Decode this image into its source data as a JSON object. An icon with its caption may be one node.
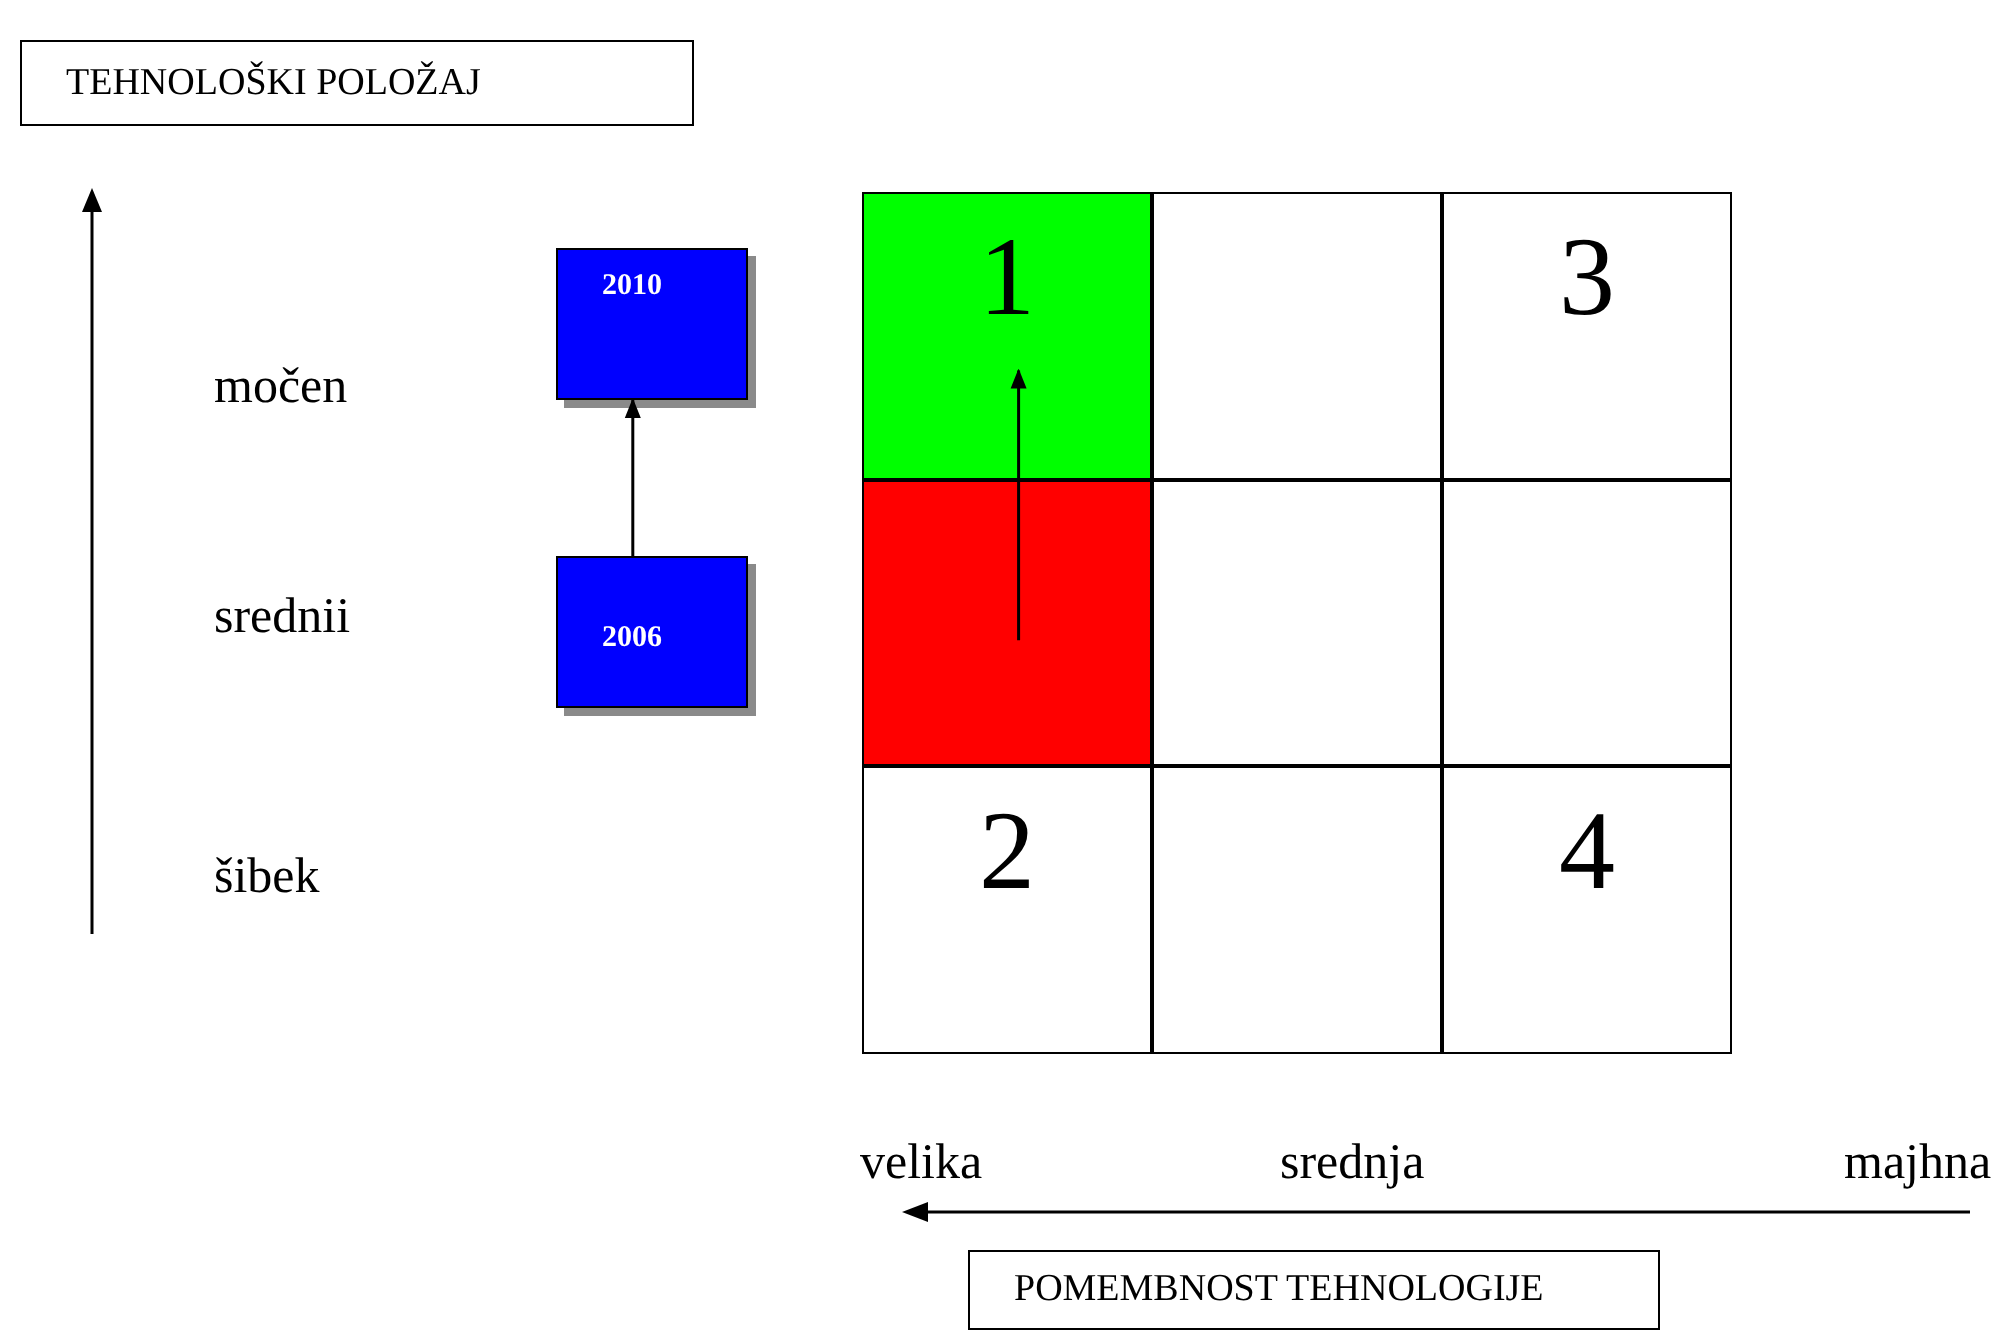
{
  "diagram": {
    "nodes": [
      {
        "text": [
          "TEHNOLOŠKI POLOŽAJ"
        ]
      },
      {
        "text": [
          "2010"
        ]
      },
      {
        "text": [
          "2006"
        ]
      },
      {
        "text": [
          "1"
        ]
      },
      {
        "text": [],
        "shape": "box"
      },
      {
        "text": [
          "3"
        ]
      },
      {
        "text": [],
        "shape": "box"
      },
      {
        "text": [],
        "shape": "box"
      },
      {
        "text": [],
        "shape": "box"
      },
      {
        "text": [
          "2"
        ]
      },
      {
        "text": [],
        "shape": "box"
      },
      {
        "text": [
          "4"
        ]
      },
      {
        "text": [
          "POMEMBNOST TEHNOLOGIJE"
        ]
      }
    ],
    "edges": [
      {
        "from": 2,
        "to": 1,
        "arrow": "to"
      },
      {
        "from": 6,
        "to": 3,
        "arrow": "to"
      }
    ],
    "labels": [
      "močen",
      "srednii",
      "šibek",
      "velika",
      "srednja",
      "majhna"
    ]
  }
}
